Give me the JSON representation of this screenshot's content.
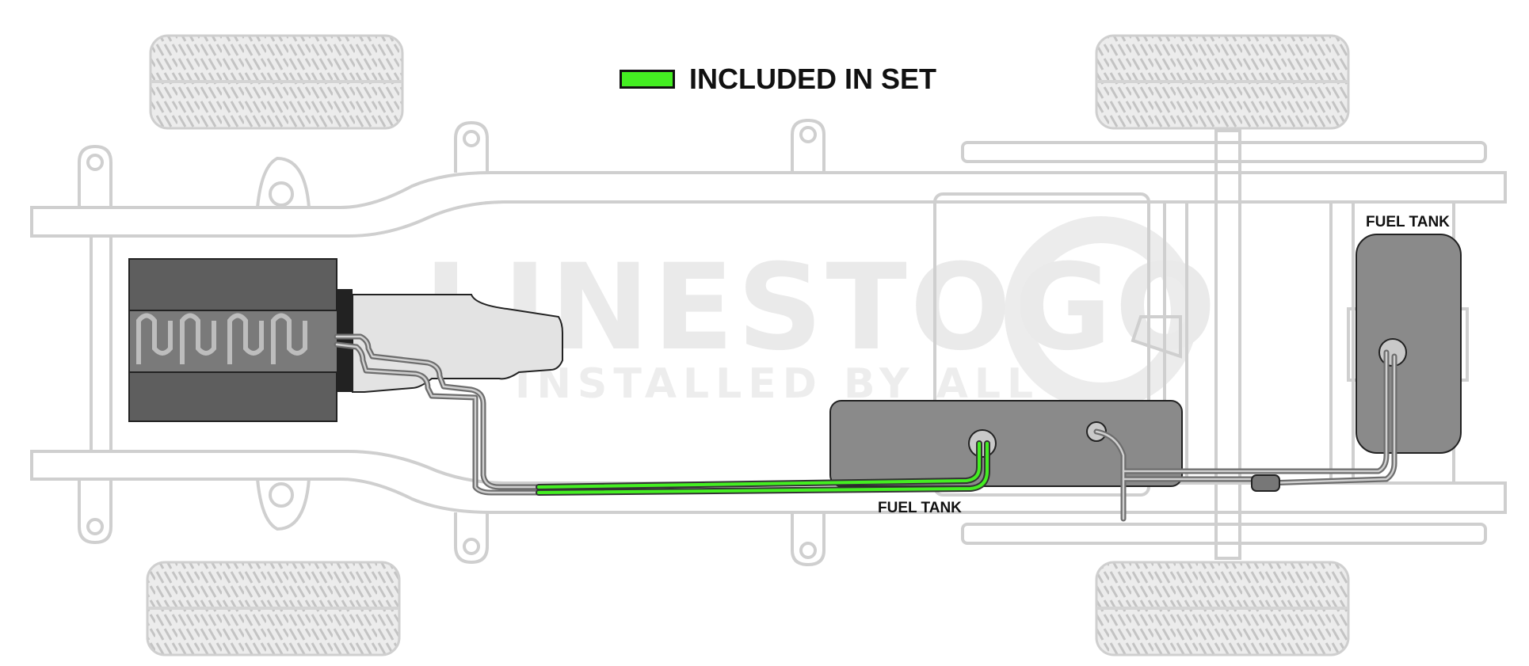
{
  "legend": {
    "label": "INCLUDED IN SET",
    "color": "#44ee22"
  },
  "watermark": {
    "brand": "LINESTOGO",
    "tagline": "INSTALLED BY ALL"
  },
  "labels": {
    "rear_tank": "FUEL TANK",
    "mid_tank": "FUEL TANK"
  },
  "colors": {
    "frame_outline": "#cfcfcf",
    "tank_fill": "#8a8a8a",
    "engine_dark": "#5a5a5a",
    "included_line": "#44ee22",
    "other_line": "#6d6d6d"
  }
}
